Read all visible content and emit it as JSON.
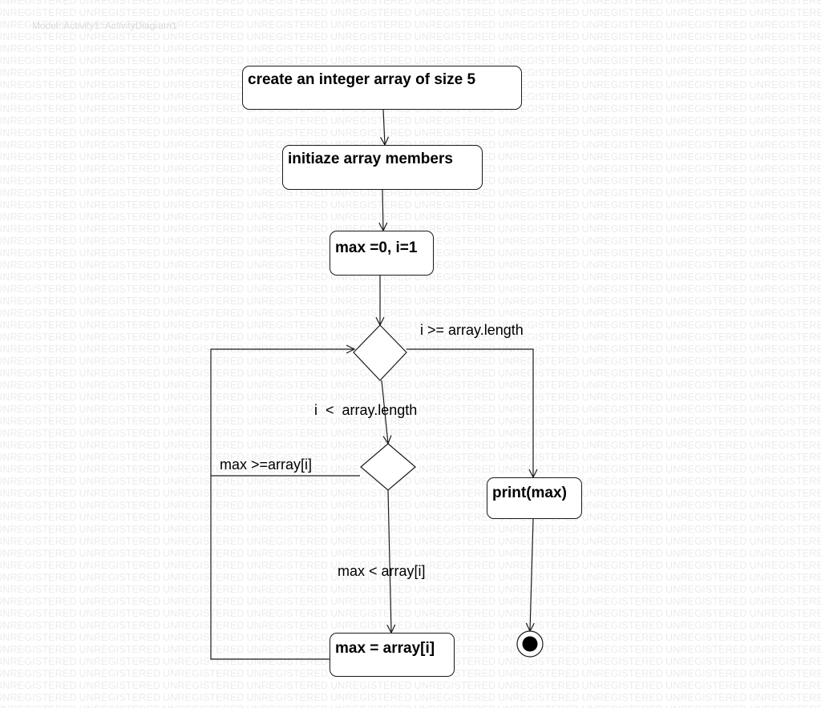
{
  "diagram": {
    "name": "Model::Activity1::ActivityDiagram1",
    "watermark_text": "UNREGISTERED"
  },
  "actions": {
    "create_array": "create an integer array of size 5",
    "init_members": "initiaze array members",
    "init_vars": "max =0, i=1",
    "print_max": "print(max)",
    "assign_max": "max = array[i]"
  },
  "guards": {
    "loop_exit": "i >= array.length",
    "loop_continue": "i  <  array.length",
    "max_ge": "max >=array[i]",
    "max_lt": "max < array[i]"
  }
}
